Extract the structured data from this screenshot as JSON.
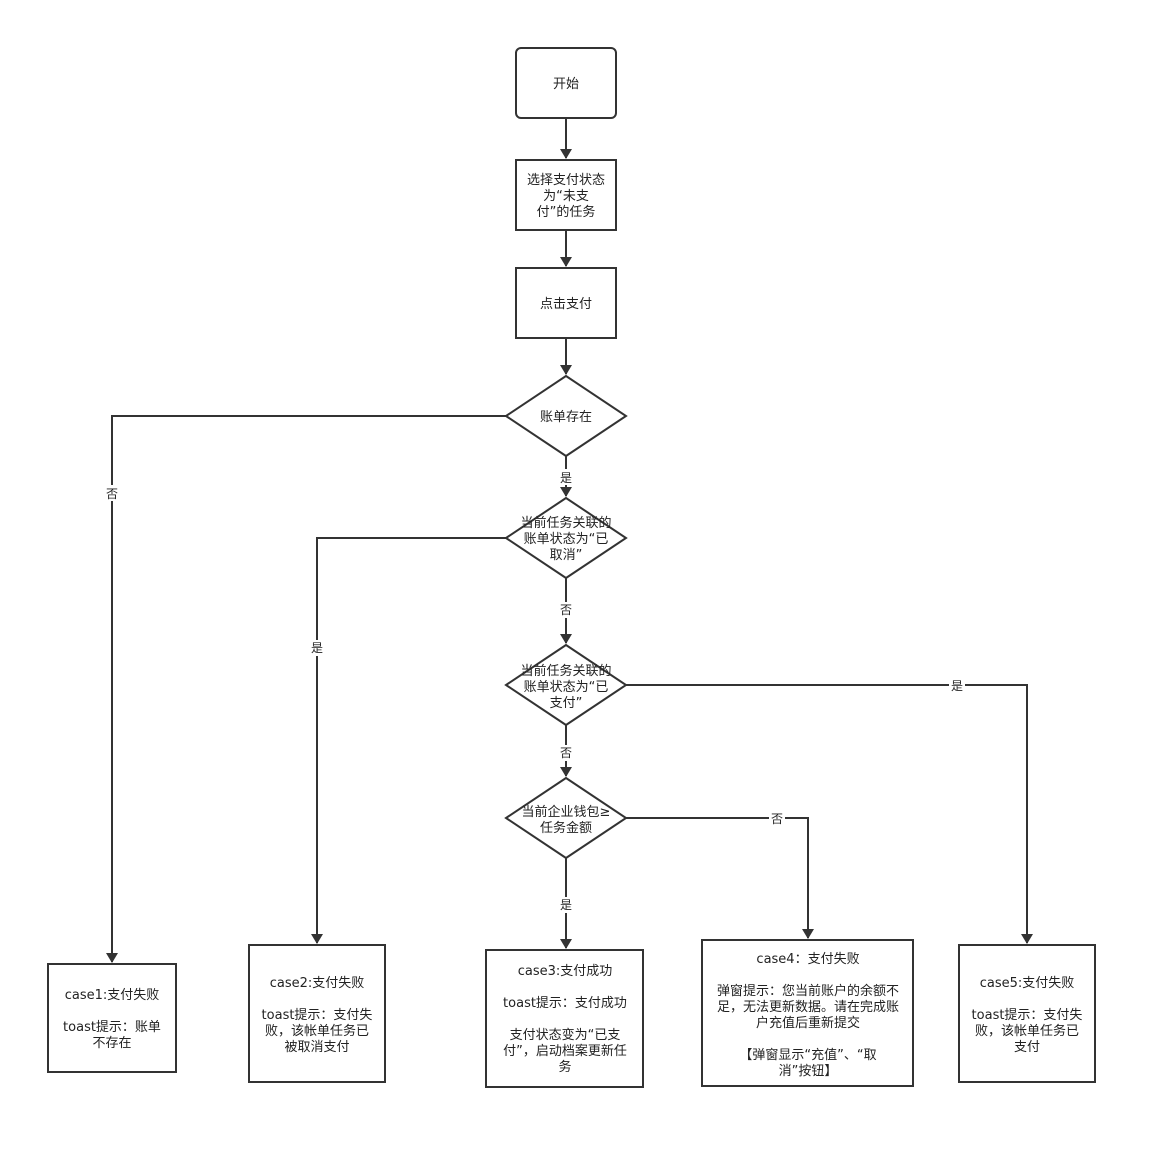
{
  "nodes": {
    "start": [
      "开始"
    ],
    "select_task": [
      "选择支付状态",
      "为“未支",
      "付”的任务"
    ],
    "click_pay": [
      "点击支付"
    ],
    "bill_exists": [
      "账单存在"
    ],
    "bill_cancelled": [
      "当前任务关联的",
      "账单状态为“已",
      "取消”"
    ],
    "bill_paid": [
      "当前任务关联的",
      "账单状态为“已",
      "支付”"
    ],
    "wallet_check": [
      "当前企业钱包≥",
      "任务金额"
    ],
    "case1": [
      "case1:支付失败",
      "",
      "toast提示：账单",
      "不存在"
    ],
    "case2": [
      "case2:支付失败",
      "",
      "toast提示：支付失",
      "败，该帐单任务已",
      "被取消支付"
    ],
    "case3": [
      "case3:支付成功",
      "",
      "toast提示：支付成功",
      "",
      "支付状态变为“已支",
      "付”，启动档案更新任",
      "务"
    ],
    "case4": [
      "case4：支付失败",
      "",
      "弹窗提示：您当前账户的余额不",
      "足，无法更新数据。请在完成账",
      "户充值后重新提交",
      "",
      "【弹窗显示“充值”、“取",
      "消”按钮】"
    ],
    "case5": [
      "case5:支付失败",
      "",
      "toast提示：支付失",
      "败，该帐单任务已",
      "支付"
    ]
  },
  "edge_labels": {
    "bill_exists_no": "否",
    "bill_exists_yes": "是",
    "cancelled_yes": "是",
    "cancelled_no": "否",
    "paid_yes": "是",
    "paid_no": "否",
    "wallet_no": "否",
    "wallet_yes": "是"
  },
  "colors": {
    "stroke": "#333333",
    "fill": "#ffffff",
    "text": "#222222"
  }
}
